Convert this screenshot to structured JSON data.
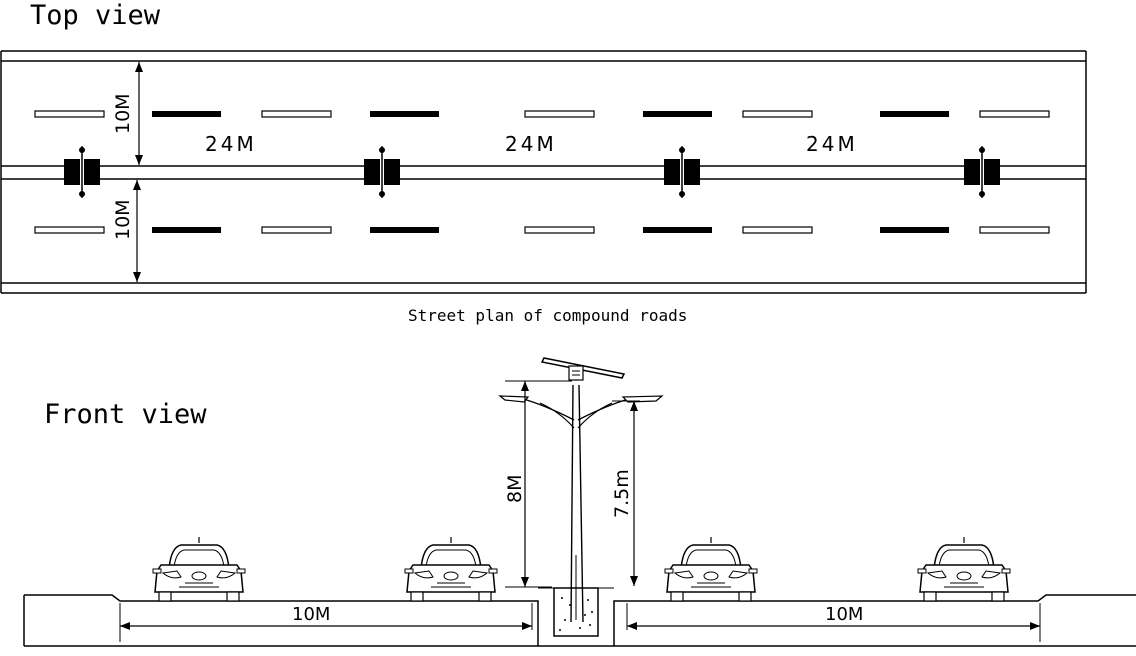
{
  "top_view": {
    "title": "Top view",
    "dims": {
      "lane_width_upper": "10M",
      "lane_width_lower": "10M"
    },
    "spacing_labels": [
      "24M",
      "24M",
      "24M"
    ],
    "caption": "Street plan of compound roads"
  },
  "front_view": {
    "title": "Front view",
    "dims": {
      "pole_height": "8M",
      "light_height": "7.5m",
      "lane_left": "10M",
      "lane_right": "10M"
    }
  }
}
